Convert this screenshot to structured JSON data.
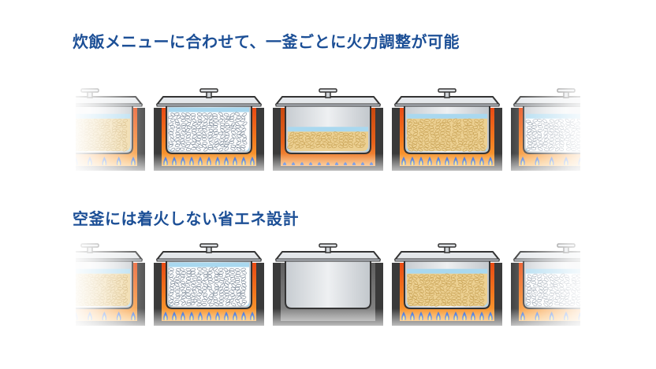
{
  "sections": [
    {
      "title": "炊飯メニューに合わせて、一釜ごとに火力調整が可能",
      "cookers": [
        {
          "fill": "beige",
          "level": 0.75,
          "heat": "strong",
          "burners": 7
        },
        {
          "fill": "white",
          "level": 0.9,
          "heat": "strong",
          "burners": 11
        },
        {
          "fill": "beige",
          "level": 0.45,
          "heat": "weak",
          "burners": 11
        },
        {
          "fill": "beige",
          "level": 0.75,
          "heat": "strong",
          "burners": 11
        },
        {
          "fill": "white",
          "level": 0.75,
          "heat": "strong",
          "burners": 7
        }
      ]
    },
    {
      "title": "空釜には着火しない省エネ設計",
      "cookers": [
        {
          "fill": "beige",
          "level": 0.75,
          "heat": "strong",
          "burners": 7
        },
        {
          "fill": "white",
          "level": 0.9,
          "heat": "strong",
          "burners": 11
        },
        {
          "fill": "empty",
          "level": 0,
          "heat": "off",
          "burners": 0
        },
        {
          "fill": "beige",
          "level": 0.75,
          "heat": "strong",
          "burners": 11
        },
        {
          "fill": "white",
          "level": 0.75,
          "heat": "strong",
          "burners": 7
        }
      ]
    }
  ],
  "colors": {
    "title": "#1c4f96",
    "fire_top": "#e84a14",
    "fire_mid": "#f47a1e",
    "fire_bottom": "#f9a83b",
    "furnace_frame": "#3a3a3a",
    "furnace_off": "#707070",
    "pot_body": "#d9dde1",
    "pot_outline": "#333333",
    "rice_beige": "#ecd092",
    "rice_beige_grain": "#c9a458",
    "rice_white": "#ffffff",
    "rice_white_grain": "#7d8a99",
    "water": "#a9d8ef",
    "flame_blue": "#2a63d6",
    "flame_core": "#ffd34a"
  }
}
